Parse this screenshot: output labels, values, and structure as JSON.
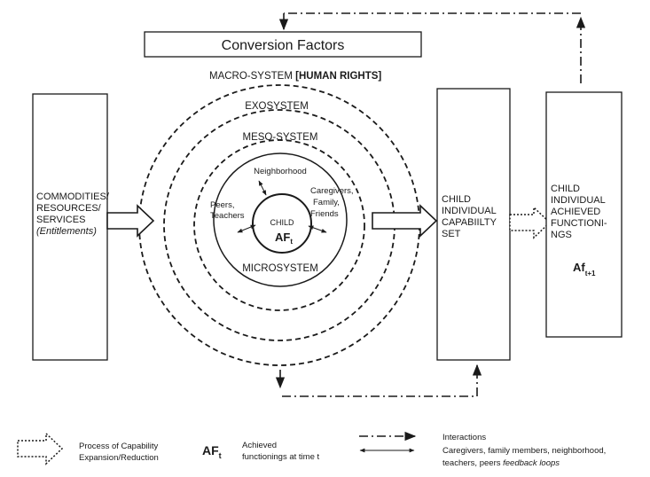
{
  "conversion_factors": "Conversion Factors",
  "macro": {
    "label": "MACRO-SYSTEM",
    "emphasis": "[HUMAN RIGHTS]"
  },
  "exo_label": "EXOSYSTEM",
  "meso_label": "MESO-SYSTEM",
  "micro_label": "MICROSYSTEM",
  "center": {
    "child": "CHILD",
    "af": "AF",
    "af_sub": "t"
  },
  "neighborhood": "Neighborhood",
  "peers": [
    "Peers,",
    "Teachers"
  ],
  "caregivers": [
    "Caregivers,",
    "Family,",
    "Friends"
  ],
  "commodities": {
    "lines": [
      "COMMODITIES/",
      "RESOURCES/",
      "SERVICES"
    ],
    "italic": "(Entitlements)"
  },
  "capability_set": [
    "CHILD",
    "INDIVIDUAL",
    "CAPABIILTY",
    "SET"
  ],
  "achieved": {
    "lines": [
      "CHILD",
      "INDIVIDUAL",
      "ACHIEVED",
      "FUNCTIONI-",
      "NGS"
    ],
    "af": "Af",
    "af_sub": "t+1"
  },
  "legend": {
    "process": [
      "Process of Capability",
      "Expansion/Reduction"
    ],
    "af": "AF",
    "af_sub": "t",
    "achieved": [
      "Achieved",
      "functionings at time t"
    ],
    "interactions": "Interactions",
    "caregivers_line": "Caregivers, family members, neighborhood,",
    "teachers_prefix": "teachers, peers ",
    "feedback": "feedback loops"
  },
  "colors": {
    "ink": "#1a1a1a",
    "background": "#ffffff"
  }
}
